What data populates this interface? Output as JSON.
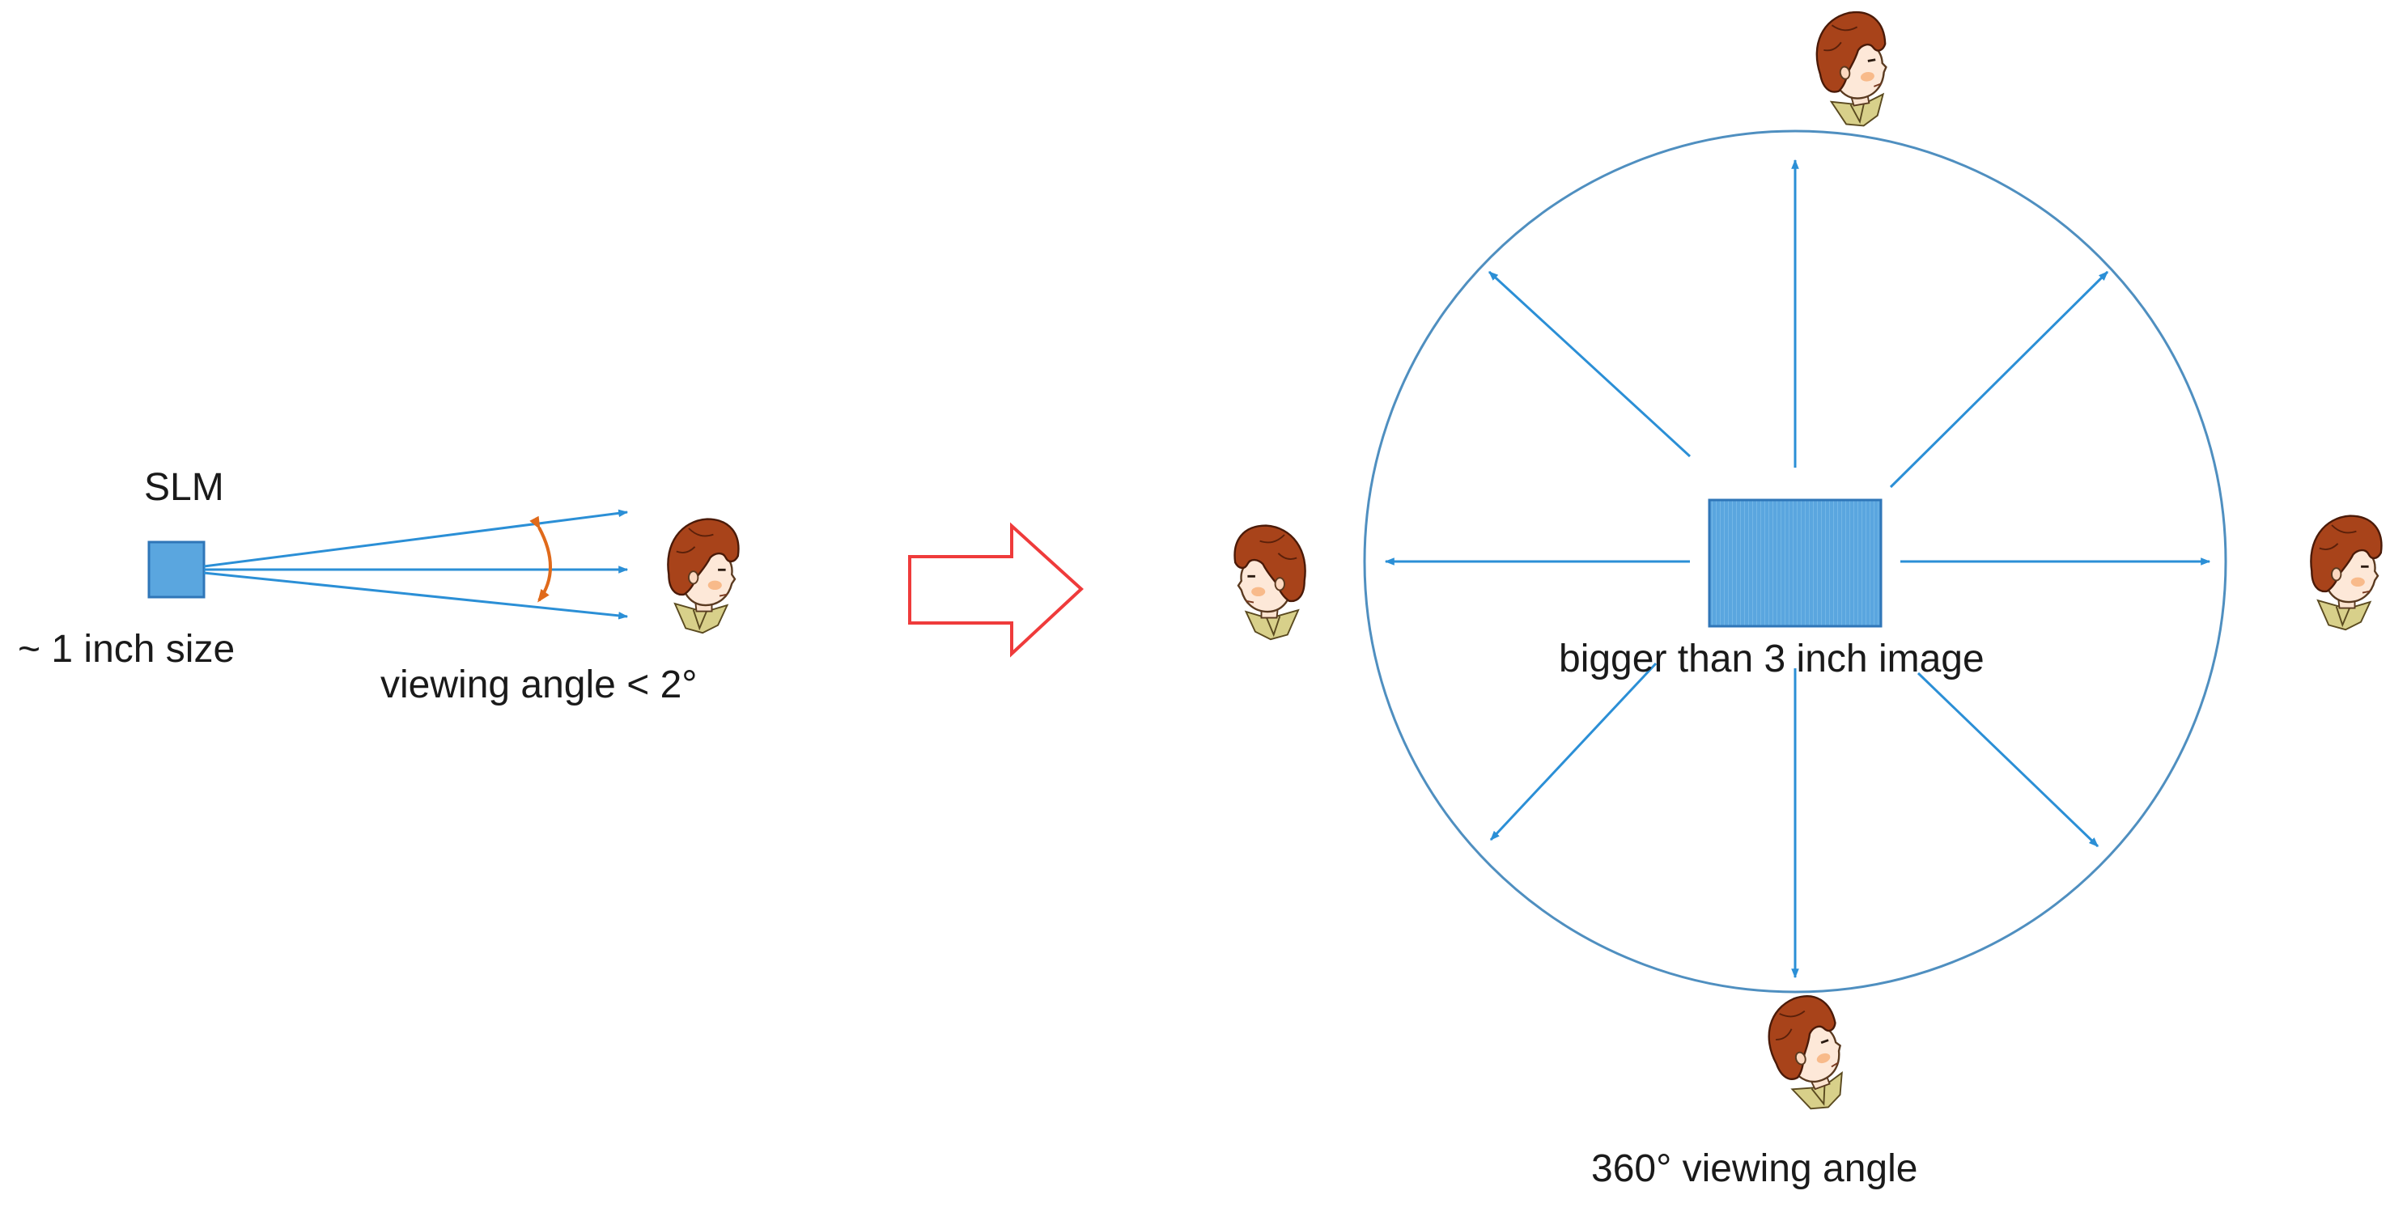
{
  "left_panel": {
    "slm_label": "SLM",
    "size_label": "~ 1 inch size",
    "viewing_angle_label": "viewing angle < 2°"
  },
  "right_panel": {
    "image_label": "bigger than 3 inch image",
    "viewing_angle_label": "360° viewing angle"
  },
  "colors": {
    "blue_line": "#2b8fd6",
    "circle": "#4f8fc0",
    "slm_fill": "#5aa6df",
    "slm_stroke": "#2f76b8",
    "angle_arc": "#e06a1b",
    "transition_arrow": "#ef3b3b",
    "text": "#1a1a1a"
  },
  "icons": {
    "viewer": "viewer-head-icon",
    "transition": "outline-right-arrow-icon"
  }
}
